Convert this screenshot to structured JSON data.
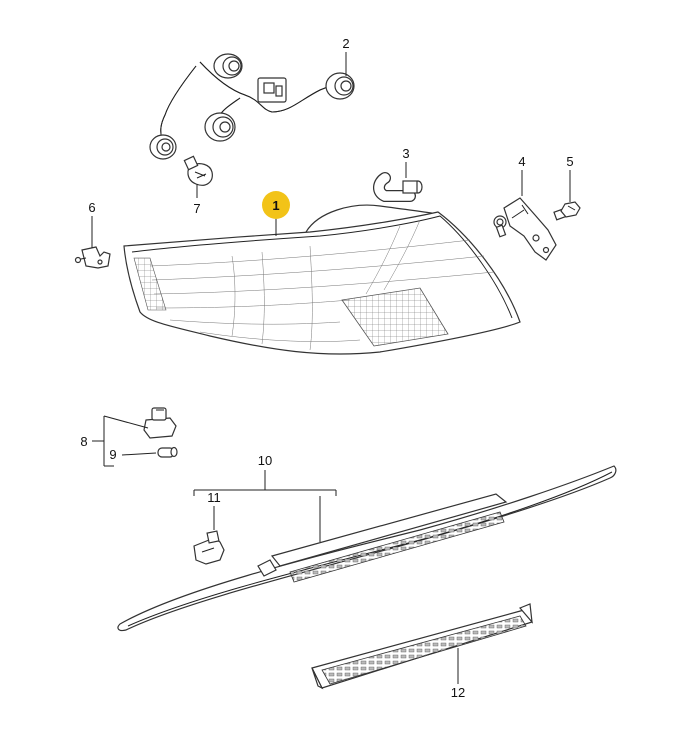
{
  "diagram": {
    "callouts": [
      {
        "id": "c1",
        "label": "1",
        "highlighted": true
      },
      {
        "id": "c2",
        "label": "2"
      },
      {
        "id": "c3",
        "label": "3"
      },
      {
        "id": "c4",
        "label": "4"
      },
      {
        "id": "c5",
        "label": "5"
      },
      {
        "id": "c6",
        "label": "6"
      },
      {
        "id": "c7",
        "label": "7"
      },
      {
        "id": "c8",
        "label": "8"
      },
      {
        "id": "c9",
        "label": "9"
      },
      {
        "id": "c10",
        "label": "10"
      },
      {
        "id": "c11",
        "label": "11"
      },
      {
        "id": "c12",
        "label": "12"
      }
    ],
    "highlight_color": "#f2c318"
  }
}
